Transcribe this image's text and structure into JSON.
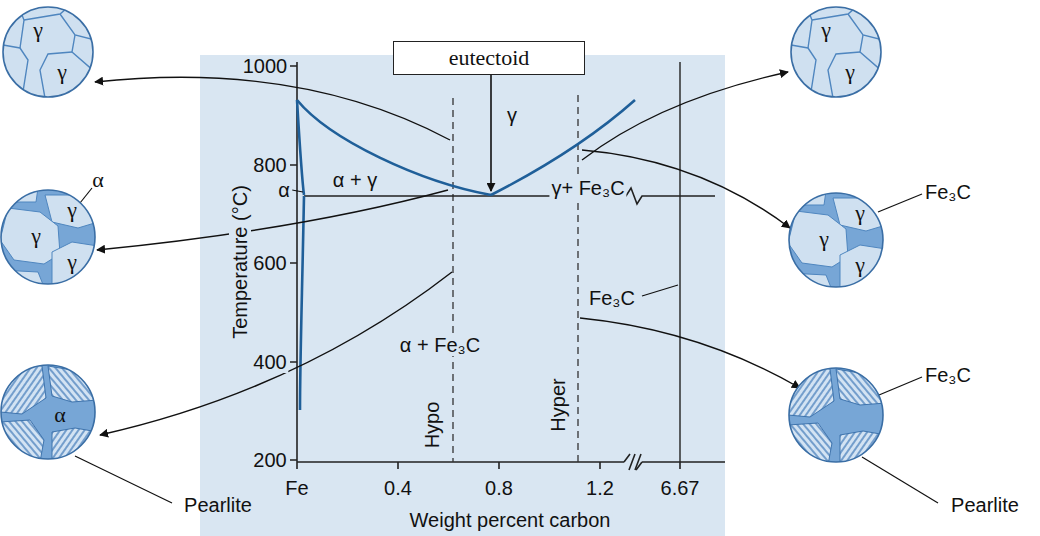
{
  "diagram": {
    "nodes": [
      {
        "text": [
          "γ",
          "γ"
        ]
      },
      {
        "text": [
          "eutectoid"
        ]
      },
      {
        "text": [
          "γ",
          "γ"
        ]
      },
      {
        "text": [
          "α",
          "γ",
          "γ",
          "γ"
        ]
      },
      {
        "text": [
          "Fe₃C",
          "γ",
          "γ",
          "γ"
        ]
      },
      {
        "text": [
          "α",
          "Pearlite"
        ]
      },
      {
        "text": [
          "Fe₃C",
          "Pearlite"
        ]
      }
    ],
    "labels": [
      "1000",
      "800",
      "600",
      "400",
      "200",
      "Temperature (°C)",
      "Fe",
      "0.4",
      "0.8",
      "1.2",
      "6.67",
      "Weight percent carbon",
      "γ",
      "α + γ",
      "α",
      "γ+ Fe₃C",
      "α + Fe₃C",
      "Fe₃C",
      "Hypo",
      "Hyper"
    ]
  }
}
